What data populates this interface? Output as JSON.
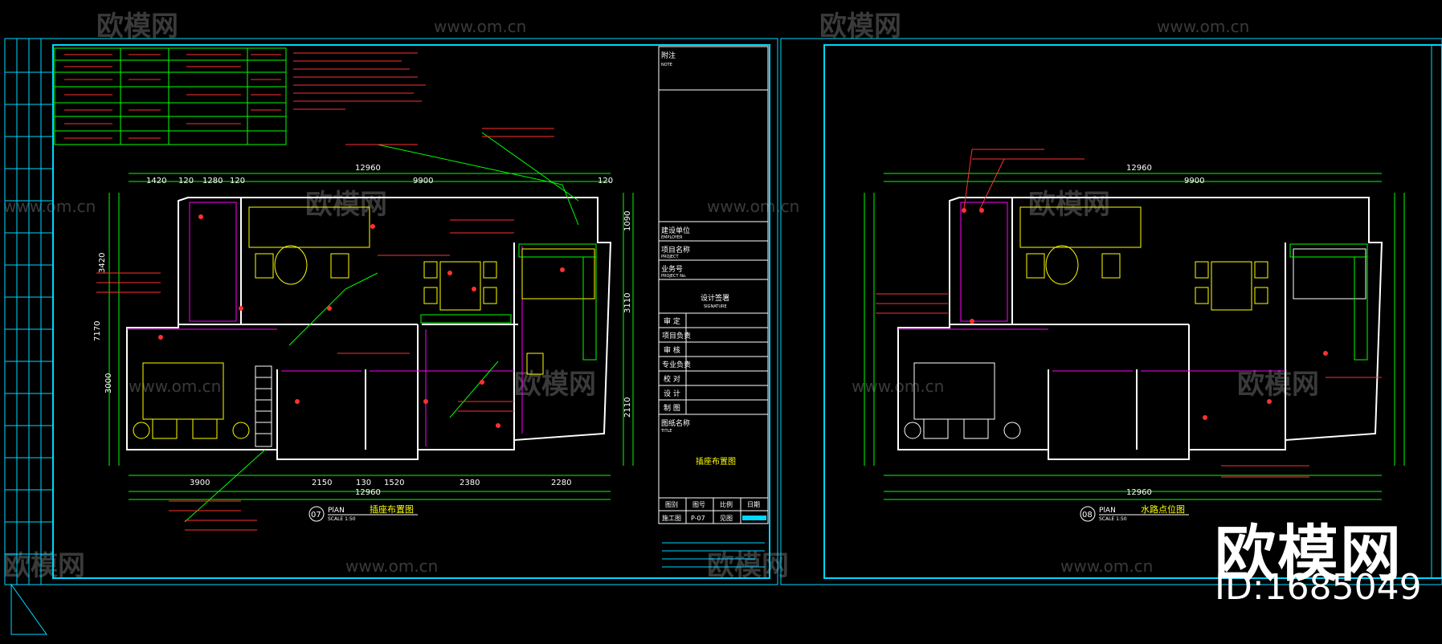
{
  "watermark": {
    "site": "www.om.cn",
    "brand": "欧模网",
    "brand_big": "欧模网",
    "id_text": "ID:1685049"
  },
  "sheet_left": {
    "dims_top_total": "12960",
    "dims_top_a": "1420",
    "dims_top_b": "120",
    "dims_top_c": "1280",
    "dims_top_d": "120",
    "dims_top_e": "9900",
    "dims_top_f": "120",
    "dims_bottom_total": "12960",
    "dims_bottom_a": "3900",
    "dims_bottom_b": "2150",
    "dims_bottom_c": "130",
    "dims_bottom_d": "1520",
    "dims_bottom_e": "2380",
    "dims_bottom_f": "2280",
    "dims_left_a": "3420",
    "dims_left_total": "7170",
    "dims_left_b": "3000",
    "dims_right_a": "1090",
    "dims_right_b": "3110",
    "dims_right_c": "2110",
    "title_num": "07",
    "title_plan": "PlAN",
    "title_name": "插座布置图",
    "title_scale": "SCALE 1:50"
  },
  "sheet_right": {
    "dims_top_total": "12960",
    "dims_top_e": "9900",
    "dims_bottom_total": "12960",
    "title_num": "08",
    "title_plan": "PlAN",
    "title_name": "水路点位图",
    "title_scale": "SCALE 1:50"
  },
  "title_block": {
    "remarks": "附注",
    "remarks_en": "NOTE",
    "owner": "建设单位",
    "owner_en": "EMPLOYER",
    "project": "项目名称",
    "project_en": "PROJECT",
    "business": "业务号",
    "business_en": "PROJECT No.",
    "design_stamp": "设计签署",
    "design_stamp_en": "SIGNATURE",
    "rows": [
      "审 定",
      "项目负责",
      "审 核",
      "专业负责",
      "校 对",
      "设 计",
      "制 图"
    ],
    "drawing_name_label": "图纸名称",
    "drawing_name_en": "TITLE",
    "drawing_name": "插座布置图",
    "footer_headers": [
      "图别",
      "图号",
      "比例",
      "日期"
    ],
    "footer_values": [
      "施工图",
      "P-07",
      "见图",
      ""
    ]
  },
  "colors": {
    "frame": "#00d8ff",
    "wall": "#ffffff",
    "furniture": "#ffff00",
    "dim": "#ff3030",
    "green": "#00ff00",
    "magenta": "#ff00ff"
  }
}
